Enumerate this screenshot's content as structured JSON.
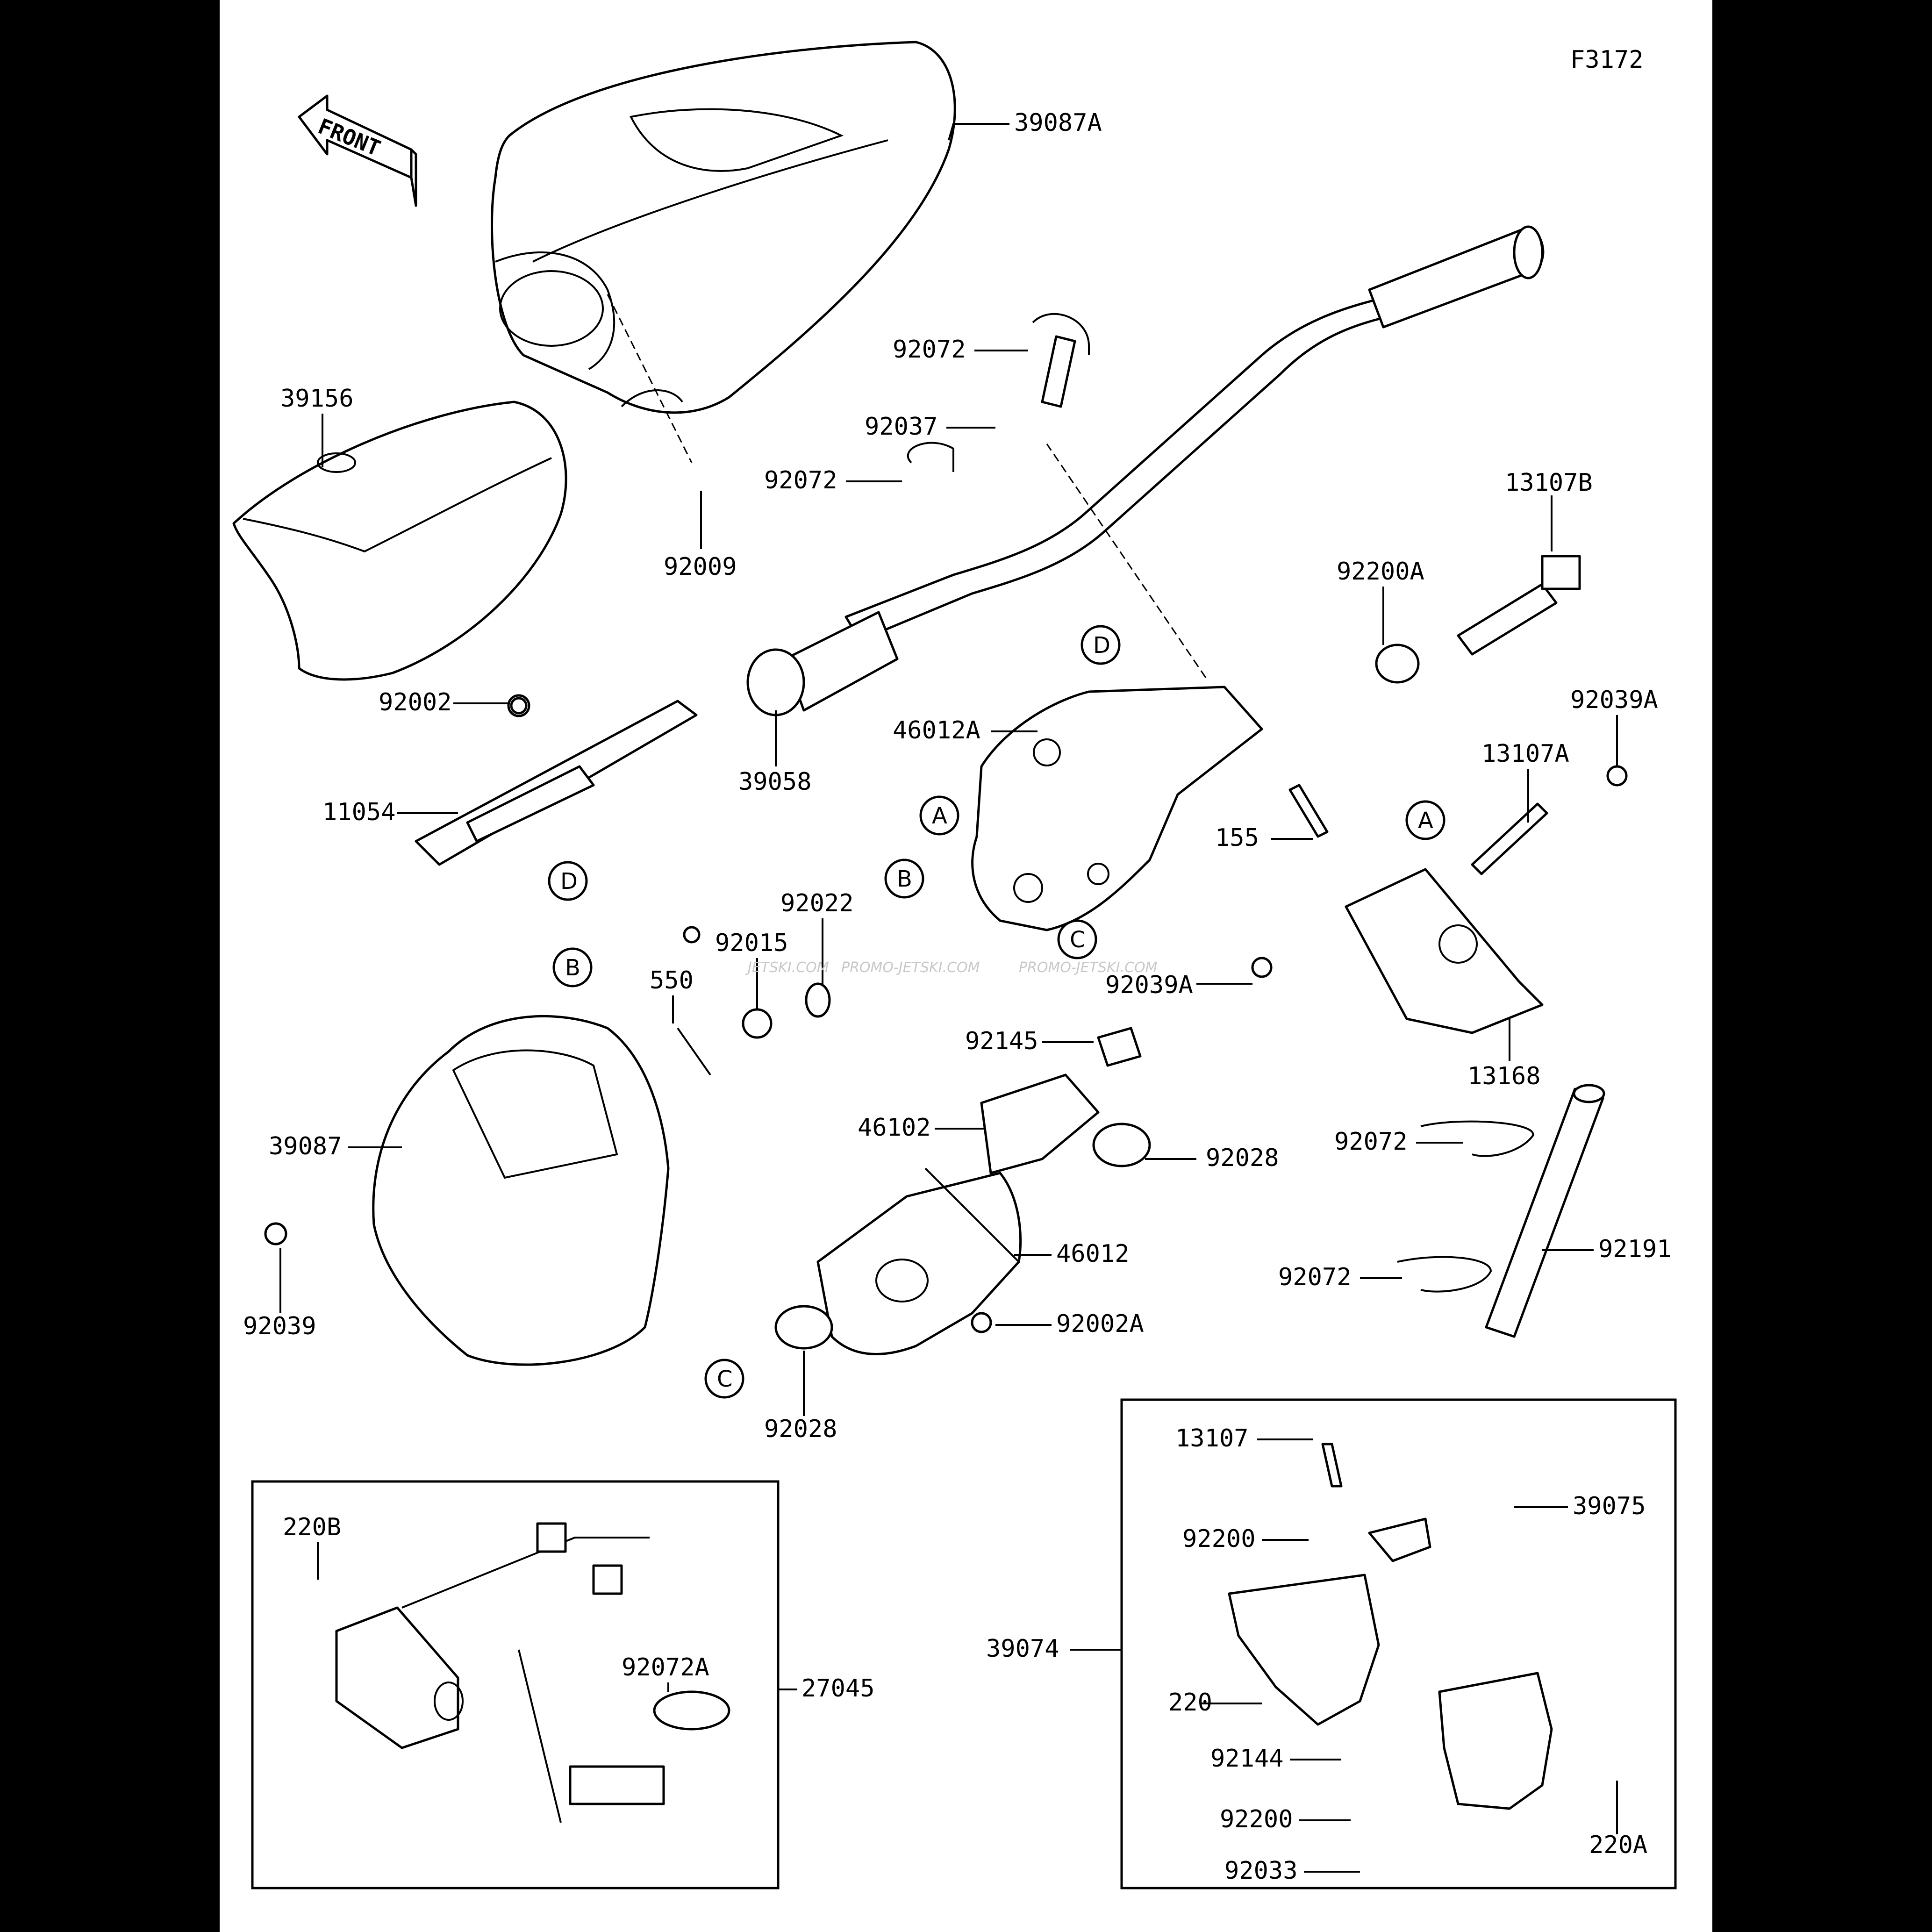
{
  "figure_id": "F3172",
  "direction_arrow": "FRONT",
  "watermarks": [
    "JETSKI.COM",
    "PROMO-JETSKI.COM",
    "PROMO-JETSKI.COM"
  ],
  "callouts": [
    "A",
    "A",
    "B",
    "B",
    "C",
    "C",
    "D",
    "D"
  ],
  "part_labels": [
    "39087A",
    "92072",
    "92037",
    "92072",
    "39156",
    "92009",
    "13107B",
    "92200A",
    "92002",
    "11054",
    "39058",
    "46012A",
    "155",
    "92039A",
    "13107A",
    "92022",
    "92015",
    "550",
    "92039A",
    "13168",
    "92145",
    "46102",
    "92028",
    "39087",
    "92072",
    "46012",
    "92191",
    "92072",
    "92039",
    "92002A",
    "92028",
    "220B",
    "92072A",
    "27045",
    "13107",
    "39075",
    "92200",
    "39074",
    "220",
    "92144",
    "92200",
    "92033",
    "220A"
  ],
  "icons": [
    "front-arrow-icon"
  ]
}
